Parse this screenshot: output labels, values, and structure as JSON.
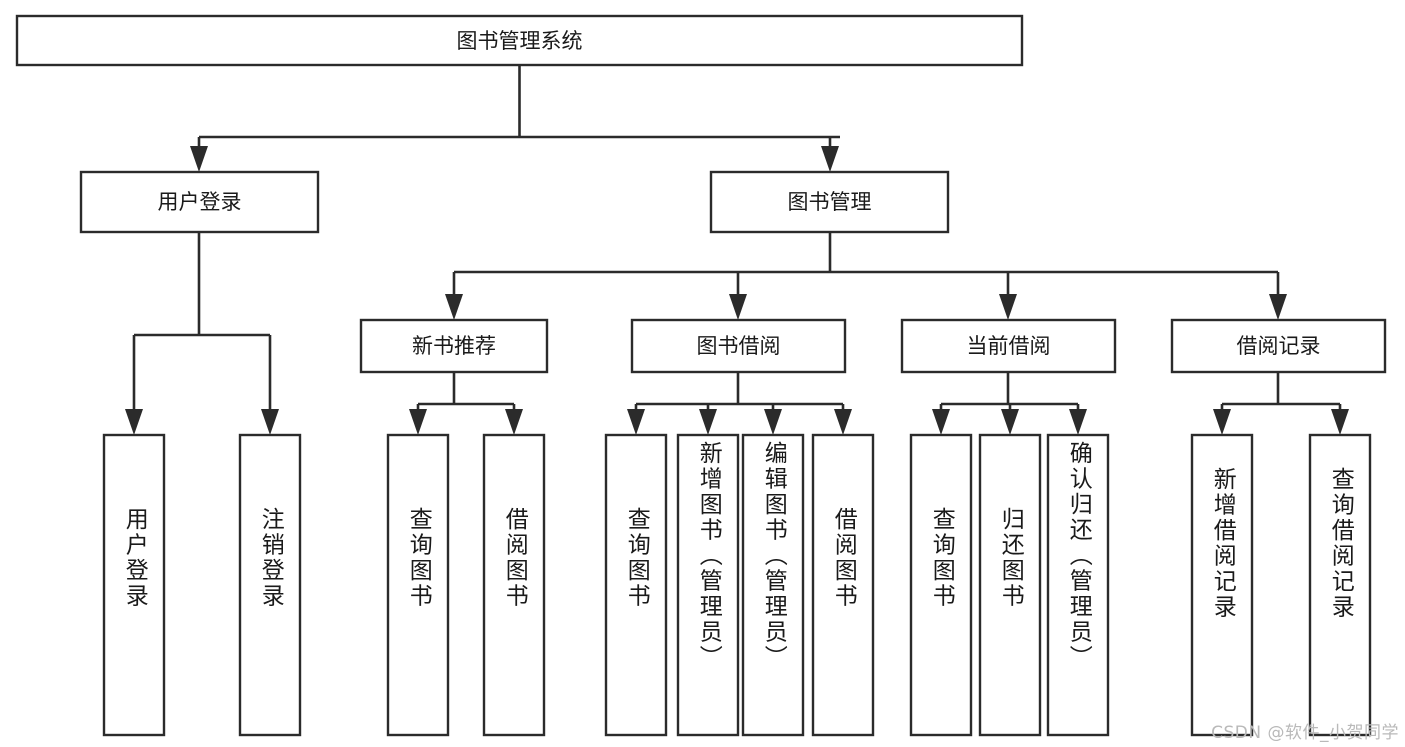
{
  "diagram": {
    "type": "hierarchy-tree",
    "title": "图书管理系统",
    "root": {
      "label": "图书管理系统"
    },
    "level2": [
      {
        "label": "用户登录"
      },
      {
        "label": "图书管理"
      }
    ],
    "level3": [
      {
        "label": "新书推荐"
      },
      {
        "label": "图书借阅"
      },
      {
        "label": "当前借阅"
      },
      {
        "label": "借阅记录"
      }
    ],
    "leaves": {
      "user_login": [
        {
          "label": "用户登录"
        },
        {
          "label": "注销登录"
        }
      ],
      "new_book_recommend": [
        {
          "label": "查询图书"
        },
        {
          "label": "借阅图书"
        }
      ],
      "book_borrow": [
        {
          "label": "查询图书"
        },
        {
          "label": "新增图书（管理员）"
        },
        {
          "label": "编辑图书（管理员）"
        },
        {
          "label": "借阅图书"
        }
      ],
      "current_borrow": [
        {
          "label": "查询图书"
        },
        {
          "label": "归还图书"
        },
        {
          "label": "确认归还（管理员）"
        }
      ],
      "borrow_record": [
        {
          "label": "新增借阅记录"
        },
        {
          "label": "查询借阅记录"
        }
      ]
    }
  },
  "watermark": {
    "text": "CSDN @软件_小贺同学"
  },
  "colors": {
    "stroke": "#2b2b2b",
    "box_fill": "#ffffff",
    "text": "#1a1a1a",
    "background": "#ffffff",
    "watermark": "#b9b9b9"
  }
}
